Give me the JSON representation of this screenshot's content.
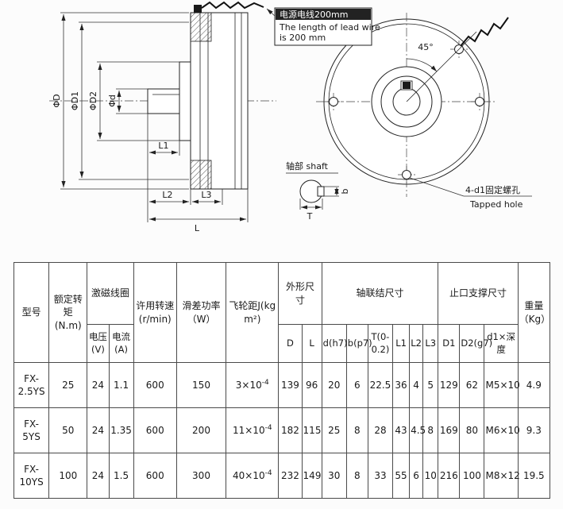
{
  "drawing": {
    "callout": {
      "line1": "电源电线200mm",
      "line2": "The length of lead wire",
      "line3": "is 200 mm"
    },
    "labels": {
      "dia_D": "ΦD",
      "dia_D1": "ΦD1",
      "dia_D2": "ΦD2",
      "dia_d": "Φd",
      "len_L1": "L1",
      "len_L2": "L2",
      "len_L3": "L3",
      "len_L": "L",
      "angle": "45°",
      "shaft_label": "轴部 shaft",
      "tapped_cn": "4-d1固定螺孔",
      "tapped_en": "Tapped hole",
      "dim_T": "T",
      "dim_b": "b"
    }
  },
  "table": {
    "headers": {
      "model": "型号",
      "torque": "额定转矩\n(N.m)",
      "coil": "激磁线圈",
      "voltage": "电压\n(V)",
      "current": "电流\n(A)",
      "speed": "许用转速\n(r/min)",
      "power": "滑差功率\n（W）",
      "flywheel": "飞轮距J(kg\nm²)",
      "outline": "外形尺\n寸",
      "coupling": "轴联结尺寸",
      "spigot": "止口支撑尺寸",
      "weight": "重量\n（Kg）",
      "sub_D": "D",
      "sub_L": "L",
      "sub_d_h7": "d(h7)",
      "sub_b_p7": "b(p7)",
      "sub_T": "T(0-\n0.2)",
      "sub_L1": "L1",
      "sub_L2": "L2",
      "sub_L3": "L3",
      "sub_D1": "D1",
      "sub_D2": "D2(g7)",
      "sub_d1_depth": "d1×深\n度"
    },
    "rows": [
      {
        "model": "FX-\n2.5YS",
        "torque": "25",
        "voltage": "24",
        "current": "1.1",
        "speed": "600",
        "power": "150",
        "flywheel_base": "3×10",
        "flywheel_exp": "-4",
        "D": "139",
        "L": "96",
        "d_h7": "20",
        "b_p7": "6",
        "T": "22.5",
        "L1": "36",
        "L2": "4",
        "L3": "5",
        "D1": "129",
        "D2": "62",
        "d1_depth": "M5×10",
        "weight": "4.9"
      },
      {
        "model": "FX-\n5YS",
        "torque": "50",
        "voltage": "24",
        "current": "1.35",
        "speed": "600",
        "power": "200",
        "flywheel_base": "11×10",
        "flywheel_exp": "-4",
        "D": "182",
        "L": "115",
        "d_h7": "25",
        "b_p7": "8",
        "T": "28",
        "L1": "43",
        "L2": "4.5",
        "L3": "8",
        "D1": "169",
        "D2": "80",
        "d1_depth": "M6×10",
        "weight": "9.3"
      },
      {
        "model": "FX-\n10YS",
        "torque": "100",
        "voltage": "24",
        "current": "1.5",
        "speed": "600",
        "power": "300",
        "flywheel_base": "40×10",
        "flywheel_exp": "-4",
        "D": "232",
        "L": "149",
        "d_h7": "30",
        "b_p7": "8",
        "T": "33",
        "L1": "55",
        "L2": "6",
        "L3": "10",
        "D1": "216",
        "D2": "100",
        "d1_depth": "M8×12",
        "weight": "19.5"
      }
    ]
  }
}
